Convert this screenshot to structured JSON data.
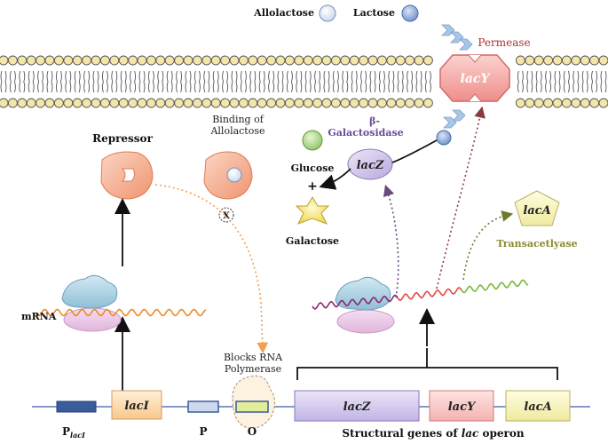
{
  "sugars": {
    "allolactose": "Allolactose",
    "lactose": "Lactose"
  },
  "permease": {
    "label": "Permease",
    "gene": "lacY"
  },
  "beta_gal": {
    "label_line1": "β-",
    "label_line2": "Galactosidase",
    "gene": "lacZ"
  },
  "products": {
    "glucose": "Glucose",
    "plus": "+",
    "galactose": "Galactose"
  },
  "transacetylase": {
    "gene": "lacA",
    "label": "Transacetlyase"
  },
  "repressor": {
    "label": "Repressor"
  },
  "binding": {
    "line1": "Binding of",
    "line2": "Allolactose",
    "mark": "X"
  },
  "mrna": {
    "label": "mRNA"
  },
  "blocks": {
    "line1": "Blocks RNA",
    "line2": "Polymerase"
  },
  "dna": {
    "p_laci_main": "P",
    "p_laci_sub": "lacI",
    "laci": "lacI",
    "p": "P",
    "o": "O",
    "lacz": "lacZ",
    "lacy": "lacY",
    "laca": "lacA",
    "structural_prefix": "Structural genes of ",
    "structural_italic": "lac",
    "structural_suffix": " operon"
  },
  "colors": {
    "membrane_head": "#f3e6a8",
    "repressor": "#f4a887",
    "ribosome_top": "#a8cfe0",
    "ribosome_bottom": "#e9c6e4",
    "lacz_box": "#cfc4ea",
    "lacy_box": "#f7c6c4",
    "laca_box": "#f4f1b0",
    "laci_box": "#fbd9a6",
    "promoter": "#3a5c9c"
  }
}
